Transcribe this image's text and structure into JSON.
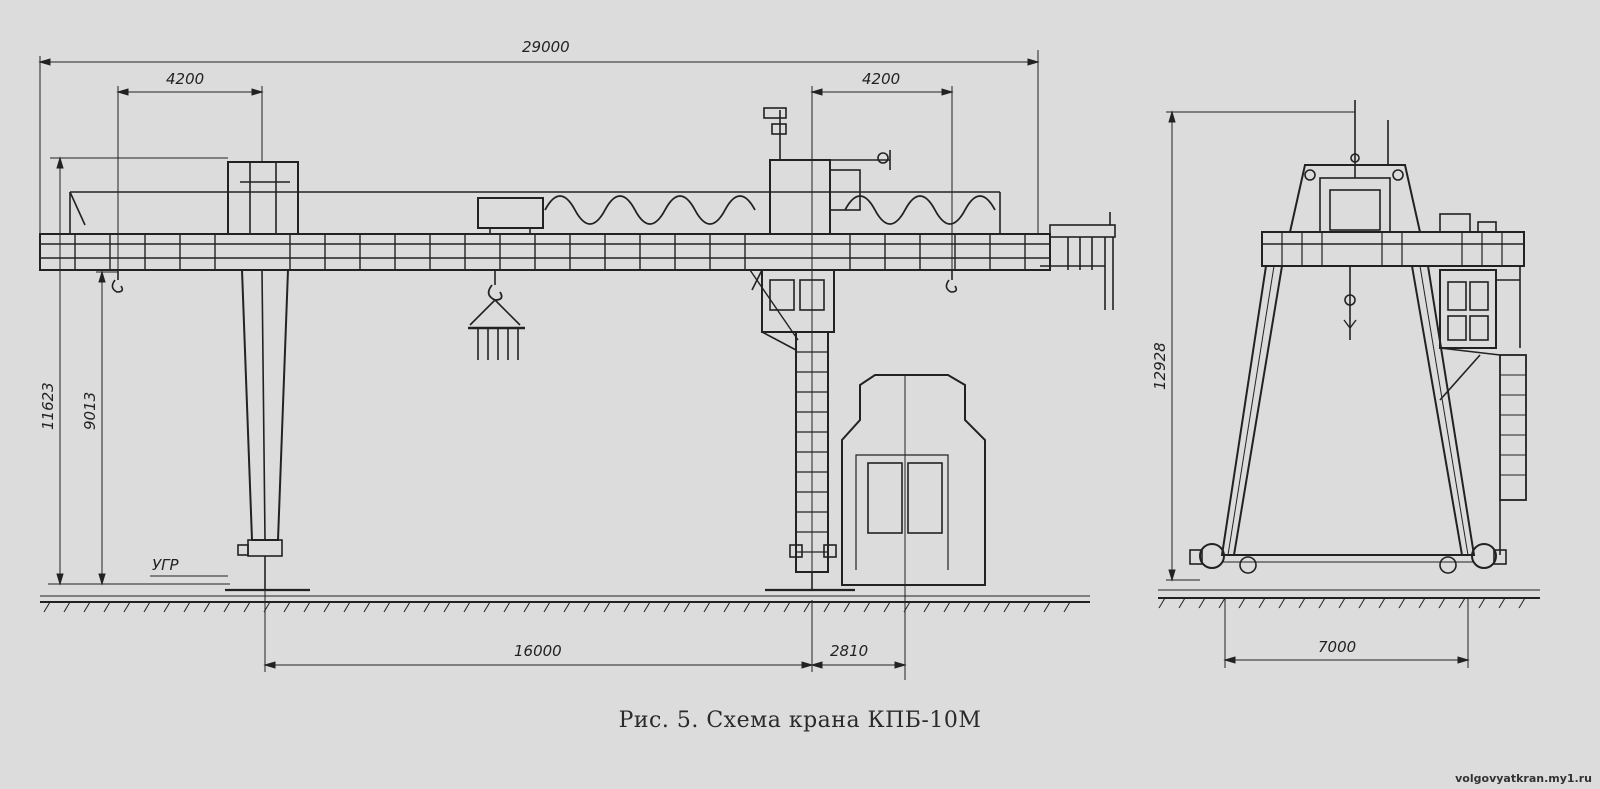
{
  "caption": "Рис. 5. Схема крана КПБ-10М",
  "watermark": "volgovyatkran.my1.ru",
  "dimensions": {
    "span_total": "29000",
    "cantilever_left": "4200",
    "cantilever_right": "4200",
    "height_total_front": "11623",
    "hook_height": "9013",
    "rail_level": "УГР",
    "span_between_legs": "16000",
    "offset_track": "2810",
    "height_total_side": "12928",
    "leg_base_side": "7000"
  },
  "colors": {
    "ink": "#222222",
    "paper": "#dcdcdc"
  }
}
